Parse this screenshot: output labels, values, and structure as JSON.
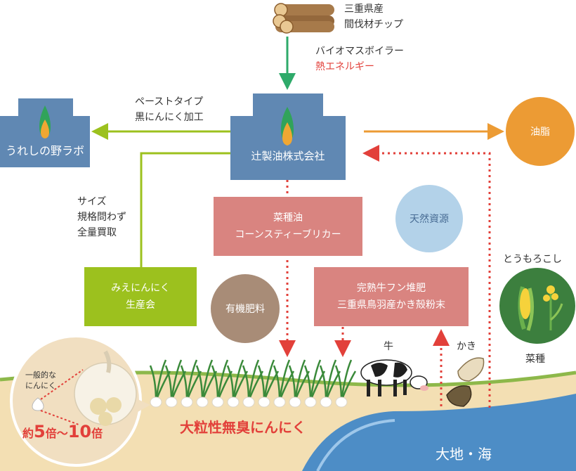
{
  "top_source": {
    "line1": "三重県産",
    "line2": "間伐材チップ"
  },
  "boiler": {
    "line1": "バイオマスボイラー",
    "line2": "熱エネルギー"
  },
  "labels": {
    "uresino": "うれしの",
    "lab": "野ラボ",
    "company": "辻製油株式会社",
    "oil_fat": "油脂",
    "paste_1": "ペーストタイプ",
    "paste_2": "黒にんにく加工",
    "size_1": "サイズ",
    "size_2": "規格問わず",
    "size_3": "全量買取",
    "mie_1": "みえにんにく",
    "mie_2": "生産会",
    "byproduct_1": "菜種油",
    "byproduct_2": "コーンスティーブリカー",
    "natural": "天然資源",
    "compost_1": "完熟牛フン堆肥",
    "compost_2": "三重県鳥羽産かき殻粉末",
    "organic": "有機肥料",
    "corn": "とうもろこし",
    "rapeseed": "菜種",
    "cow": "牛",
    "oyster": "かき",
    "normal_1": "一般的な",
    "normal_2": "にんにく",
    "ratio_pre": "約",
    "ratio_num1": "5",
    "ratio_mid": "倍〜",
    "ratio_num2": "10",
    "ratio_post": "倍",
    "garlic_title": "大粒性無臭にんにく",
    "earth_sea": "大地・海"
  },
  "colors": {
    "blue_box": "#6088b3",
    "green_arrow": "#2eaa6a",
    "lime": "#9cc11e",
    "orange": "#ec9b34",
    "pink_box": "#d98480",
    "red_dot": "#e2403a",
    "sand": "#f3dfb3",
    "sea": "#4d8dc6",
    "light_blue": "#b3d2e9",
    "brown": "#a88c77"
  }
}
